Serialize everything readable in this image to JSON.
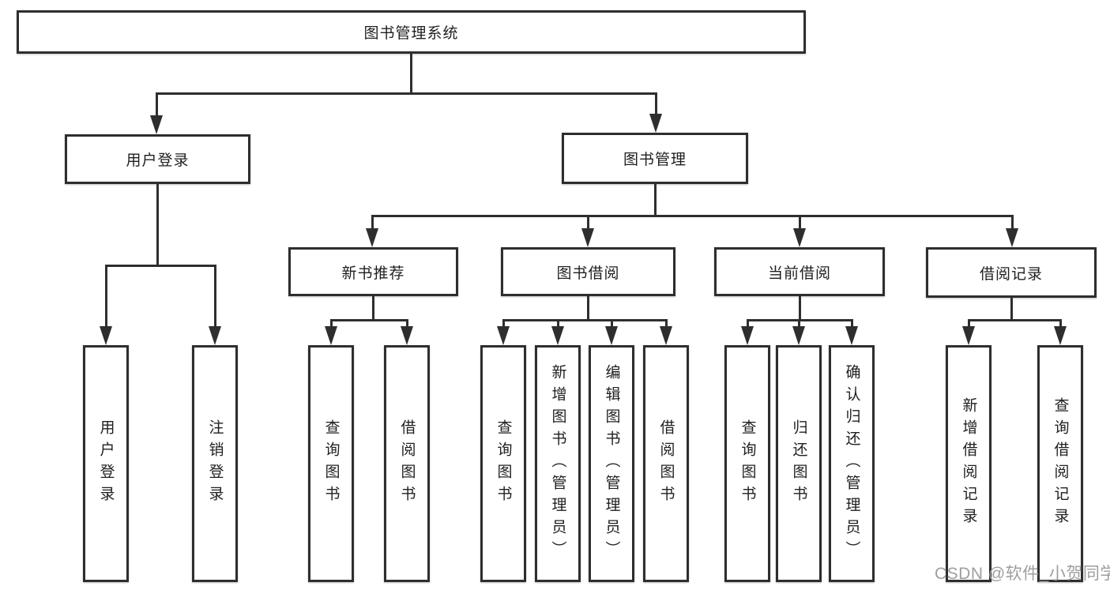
{
  "diagram": {
    "root": {
      "label": "图书管理系统"
    },
    "level2": [
      {
        "label": "用户登录"
      },
      {
        "label": "图书管理"
      }
    ],
    "level3": [
      {
        "label": "新书推荐",
        "parent": "图书管理"
      },
      {
        "label": "图书借阅",
        "parent": "图书管理"
      },
      {
        "label": "当前借阅",
        "parent": "图书管理"
      },
      {
        "label": "借阅记录",
        "parent": "图书管理"
      }
    ],
    "leaves": [
      {
        "label": "用户登录",
        "parent": "用户登录"
      },
      {
        "label": "注销登录",
        "parent": "用户登录"
      },
      {
        "label": "查询图书",
        "parent": "新书推荐"
      },
      {
        "label": "借阅图书",
        "parent": "新书推荐"
      },
      {
        "label": "查询图书",
        "parent": "图书借阅"
      },
      {
        "label": "新增图书（管理员）",
        "parent": "图书借阅"
      },
      {
        "label": "编辑图书（管理员）",
        "parent": "图书借阅"
      },
      {
        "label": "借阅图书",
        "parent": "图书借阅"
      },
      {
        "label": "查询图书",
        "parent": "当前借阅"
      },
      {
        "label": "归还图书",
        "parent": "当前借阅"
      },
      {
        "label": "确认归还（管理员）",
        "parent": "当前借阅"
      },
      {
        "label": "新增借阅记录",
        "parent": "借阅记录"
      },
      {
        "label": "查询借阅记录",
        "parent": "借阅记录"
      }
    ],
    "watermark": "CSDN @软件_小贺同学",
    "colors": {
      "line": "#2e2e2e",
      "text": "#1f1f1f",
      "box": "#ffffff",
      "watermark": "#9e9e9e"
    }
  }
}
